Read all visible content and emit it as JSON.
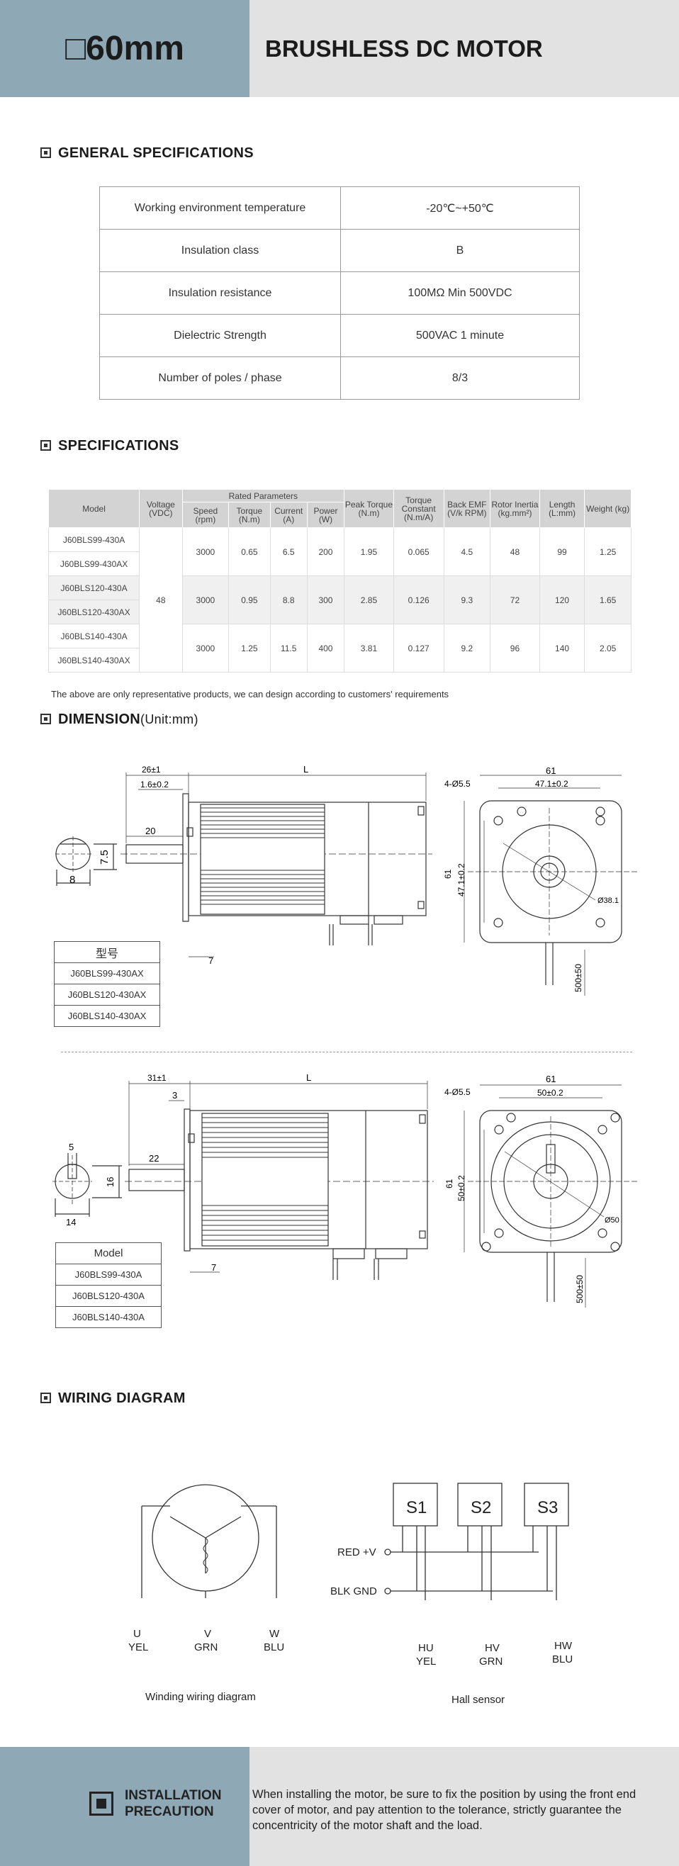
{
  "header": {
    "size": "□60mm",
    "title": "BRUSHLESS DC MOTOR"
  },
  "general": {
    "title": "GENERAL SPECIFICATIONS",
    "rows": [
      {
        "label": "Working environment temperature",
        "value": "-20℃~+50℃"
      },
      {
        "label": "Insulation class",
        "value": "B"
      },
      {
        "label": "Insulation resistance",
        "value": "100MΩ Min 500VDC"
      },
      {
        "label": "Dielectric Strength",
        "value": "500VAC 1 minute"
      },
      {
        "label": "Number of poles / phase",
        "value": "8/3"
      }
    ]
  },
  "specs": {
    "title": "SPECIFICATIONS",
    "headers": {
      "model": "Model",
      "voltage": "Voltage (VDC)",
      "rated": "Rated Parameters",
      "speed": "Speed (rpm)",
      "torque": "Torque (N.m)",
      "current": "Current (A)",
      "power": "Power (W)",
      "peak": "Peak Torque (N.m)",
      "tconst": "Torque Constant (N.m/A)",
      "emf": "Back EMF (V/k RPM)",
      "inertia": "Rotor Inertia (kg.mm²)",
      "length": "Length (L:mm)",
      "weight": "Weight (kg)"
    },
    "voltage": "48",
    "groups": [
      {
        "models": [
          "J60BLS99-430A",
          "J60BLS99-430AX"
        ],
        "speed": "3000",
        "torque": "0.65",
        "current": "6.5",
        "power": "200",
        "peak": "1.95",
        "tconst": "0.065",
        "emf": "4.5",
        "inertia": "48",
        "length": "99",
        "weight": "1.25"
      },
      {
        "models": [
          "J60BLS120-430A",
          "J60BLS120-430AX"
        ],
        "speed": "3000",
        "torque": "0.95",
        "current": "8.8",
        "power": "300",
        "peak": "2.85",
        "tconst": "0.126",
        "emf": "9.3",
        "inertia": "72",
        "length": "120",
        "weight": "1.65"
      },
      {
        "models": [
          "J60BLS140-430A",
          "J60BLS140-430AX"
        ],
        "speed": "3000",
        "torque": "1.25",
        "current": "11.5",
        "power": "400",
        "peak": "3.81",
        "tconst": "0.127",
        "emf": "9.2",
        "inertia": "96",
        "length": "140",
        "weight": "2.05"
      }
    ],
    "note": "The above are only representative products, we can design according to customers' requirements"
  },
  "dimension": {
    "title": "DIMENSION",
    "unit": "(Unit:mm)",
    "top": {
      "d_26": "26±1",
      "d_16": "1.6±0.2",
      "d_L": "L",
      "d_20": "20",
      "d_75": "7.5",
      "d_8": "8",
      "d_7": "7",
      "d_61a": "61",
      "d_471": "47.1±0.2",
      "d_hole": "4-Ø5.5",
      "d_61b": "61",
      "d_471v": "47.1±0.2",
      "d_381": "Ø38.1",
      "d_500": "500±50",
      "table_header": "型号",
      "models": [
        "J60BLS99-430AX",
        "J60BLS120-430AX",
        "J60BLS140-430AX"
      ]
    },
    "bottom": {
      "d_31": "31±1",
      "d_3": "3",
      "d_L": "L",
      "d_5": "5",
      "d_22": "22",
      "d_16": "16",
      "d_14": "14",
      "d_7": "7",
      "d_61a": "61",
      "d_50": "50±0.2",
      "d_hole": "4-Ø5.5",
      "d_61b": "61",
      "d_50v": "50±0.2",
      "d_phi50": "Ø50",
      "d_500": "500±50",
      "table_header": "Model",
      "models": [
        "J60BLS99-430A",
        "J60BLS120-430A",
        "J60BLS140-430A"
      ]
    }
  },
  "wiring": {
    "title": "WIRING DIAGRAM",
    "winding": {
      "u": "U",
      "u_c": "YEL",
      "v": "V",
      "v_c": "GRN",
      "w": "W",
      "w_c": "BLU",
      "caption": "Winding wiring diagram"
    },
    "hall": {
      "s1": "S1",
      "s2": "S2",
      "s3": "S3",
      "red": "RED +V",
      "blk": "BLK GND",
      "hu": "HU",
      "hu_c": "YEL",
      "hv": "HV",
      "hv_c": "GRN",
      "hw": "HW",
      "hw_c": "BLU",
      "caption": "Hall sensor"
    }
  },
  "footer": {
    "title_line1": "INSTALLATION",
    "title_line2": "PRECAUTION",
    "text": "When installing the motor, be sure to fix the position by using the front end cover of motor, and pay attention to the tolerance, strictly guarantee the concentricity of the motor shaft and the load."
  }
}
